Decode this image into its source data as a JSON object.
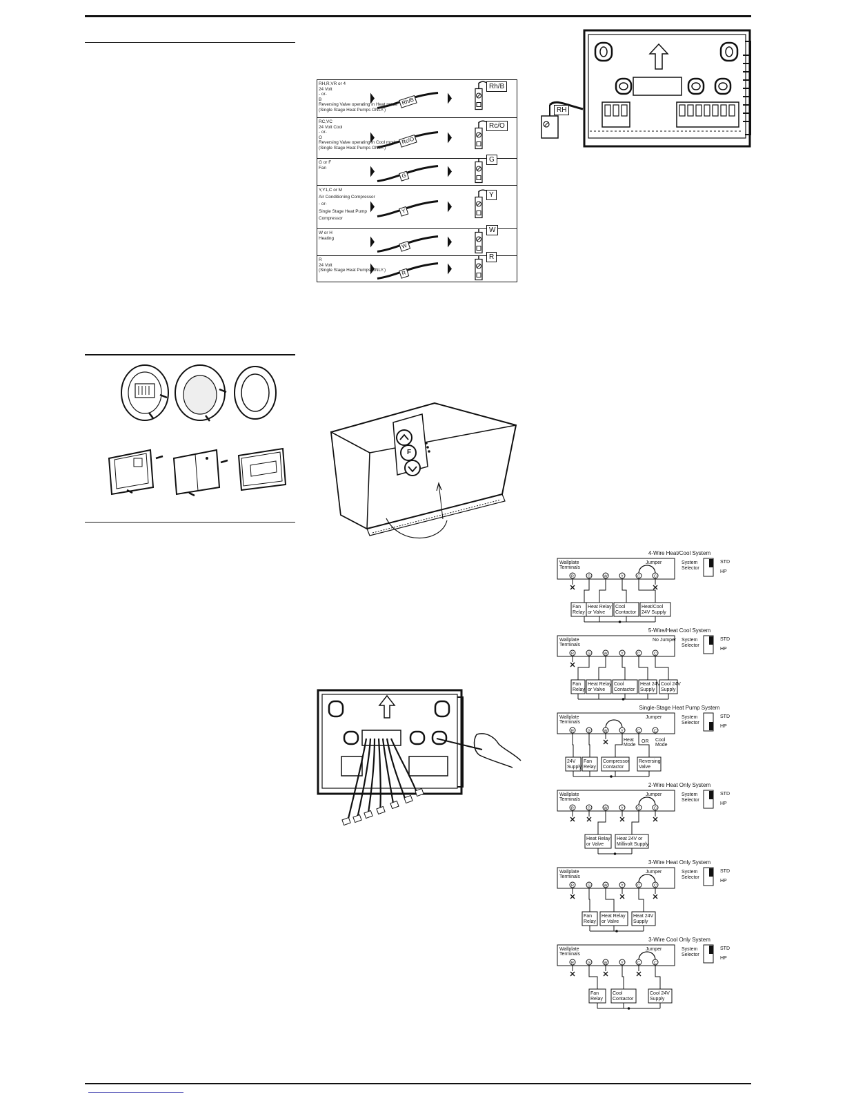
{
  "wire_chart": {
    "rows": [
      {
        "lines": [
          "RH,R,VR or 4",
          "24 Volt",
          "- or-",
          "B",
          "Reversing Valve operating in Heat mode",
          "(Single Stage Heat Pumps ONLY.)"
        ],
        "wire_tag": "Rh/B",
        "terminal": "Rh/B"
      },
      {
        "lines": [
          "RC,VC",
          "24 Volt Cool",
          "- or-",
          "O",
          "Reversing Valve operating in Cool mode",
          "(Single Stage Heat Pumps ONLY.)"
        ],
        "wire_tag": "Rc/O",
        "terminal": "Rc/O"
      },
      {
        "lines": [
          "G or F",
          "Fan"
        ],
        "wire_tag": "G",
        "terminal": "G"
      },
      {
        "lines": [
          "Y,Y1,C or M",
          "Air Conditioning Compressor",
          "- or-",
          "Single Stage Heat Pump",
          "Compressor"
        ],
        "wire_tag": "Y",
        "terminal": "Y"
      },
      {
        "lines": [
          "W or H",
          "Heating"
        ],
        "wire_tag": "W",
        "terminal": "W"
      },
      {
        "lines": [
          "R",
          "24 Volt",
          "(Single Stage Heat Pumps ONLY.)"
        ],
        "wire_tag": "R",
        "terminal": "R"
      }
    ]
  },
  "wallplate": {
    "rh_tag": "RH"
  },
  "thermostat": {
    "up_icon": "chevron-up-icon",
    "f_label": "F",
    "down_icon": "chevron-down-icon"
  },
  "wiring_diagrams": {
    "terminal_letters": [
      "R",
      "G",
      "W",
      "Y",
      "C",
      "C"
    ],
    "wallplate_label": "Wallplate",
    "terminals_label": "Terminals",
    "selector_line1": "System",
    "selector_line2": "Selector",
    "std_label": "STD",
    "hp_label": "HP",
    "or_label": "OR",
    "systems": [
      {
        "title": "4-Wire Heat/Cool System",
        "jumper": "Jumper",
        "selector": "STD",
        "boxes": [
          [
            "Fan",
            "Relay"
          ],
          [
            "Heat Relay",
            "or Valve"
          ],
          [
            "Cool",
            "Contactor"
          ],
          [
            "Heat/Cool",
            "24V Supply"
          ]
        ]
      },
      {
        "title": "5-Wire/Heat Cool System",
        "jumper": "No Jumper",
        "selector": "STD",
        "boxes": [
          [
            "Fan",
            "Relay"
          ],
          [
            "Heat Relay",
            "or Valve"
          ],
          [
            "Cool",
            "Contactor"
          ],
          [
            "Heat 24V",
            "Supply"
          ],
          [
            "Cool 24V",
            "Supply"
          ]
        ]
      },
      {
        "title": "Single-Stage Heat Pump System",
        "jumper": "Jumper",
        "selector": "HP",
        "heat_mode": [
          "Heat",
          "Mode"
        ],
        "cool_mode": [
          "Cool",
          "Mode"
        ],
        "boxes": [
          [
            "24V",
            "Supply"
          ],
          [
            "Fan",
            "Relay"
          ],
          [
            "Compressor",
            "Contactor"
          ],
          [
            "Reversing",
            "Valve"
          ]
        ]
      },
      {
        "title": "2-Wire Heat Only System",
        "jumper": "Jumper",
        "selector": "STD",
        "boxes": [
          [
            "Heat Relay",
            "or Valve"
          ],
          [
            "Heat 24V or",
            "Millivolt Supply"
          ]
        ]
      },
      {
        "title": "3-Wire Heat Only System",
        "jumper": "Jumper",
        "selector": "STD",
        "boxes": [
          [
            "Fan",
            "Relay"
          ],
          [
            "Heat Relay",
            "or Valve"
          ],
          [
            "Heat 24V",
            "Supply"
          ]
        ]
      },
      {
        "title": "3-Wire Cool Only System",
        "jumper": "Jumper",
        "selector": "STD",
        "boxes": [
          [
            "Fan",
            "Relay"
          ],
          [
            "Cool",
            "Contactor"
          ],
          [
            "Cool 24V",
            "Supply"
          ]
        ]
      }
    ]
  }
}
